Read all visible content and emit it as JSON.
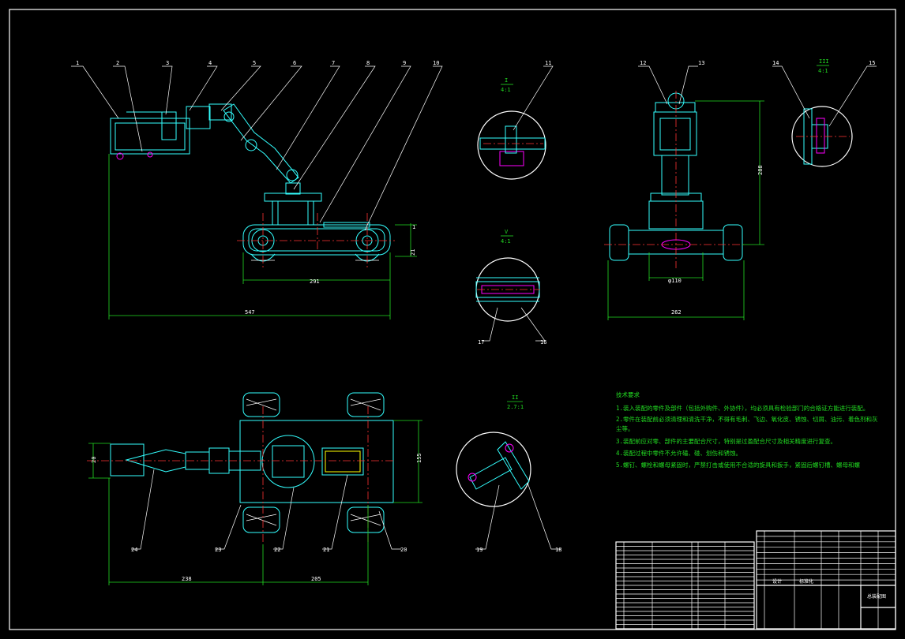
{
  "balloons": {
    "b1": "1",
    "b2": "2",
    "b3": "3",
    "b4": "4",
    "b5": "5",
    "b6": "6",
    "b7": "7",
    "b8": "8",
    "b9": "9",
    "b10": "10",
    "b11": "11",
    "b12": "12",
    "b13": "13",
    "b14": "14",
    "b15": "15",
    "b16": "16",
    "b17": "17",
    "b18": "18",
    "b19": "19",
    "b20": "20",
    "b21": "21",
    "b22": "22",
    "b23": "23",
    "b24": "24"
  },
  "dimensions": {
    "side_wheelbase": "291",
    "side_overall": "547",
    "side_height_top": "1",
    "side_height": "21",
    "front_height": "288",
    "front_track": "φ110",
    "front_width": "262",
    "top_gripper": "20",
    "top_width": "155",
    "top_front": "238",
    "top_body": "205"
  },
  "detail_views": {
    "view1_name": "I",
    "view1_scale": "4:1",
    "view3_name": "III",
    "view3_scale": "4:1",
    "view5_name": "V",
    "view5_scale": "4:1",
    "view2_name": "II",
    "view2_scale": "2.7:1"
  },
  "notes": {
    "title": "技术要求",
    "line1": "1.装入装配的零件及部件（包括外购件、外协件），均必须具有检验部门的合格证方能进行装配。",
    "line2": "2.零件在装配前必须清理和清洗干净，不得有毛刺、飞边、氧化皮、锈蚀、切屑、油污、着色剂和灰",
    "line2b": "尘等。",
    "line3": "3.装配前应对零、部件的主要配合尺寸，特别是过盈配合尺寸及相关精度进行复查。",
    "line4": "4.装配过程中零件不允许磕、碰、划伤和锈蚀。",
    "line5": "5.螺钉、螺栓和螺母紧固时，严禁打击或使用不合适的旋具和扳手，紧固后螺钉槽、螺母和螺"
  },
  "title_block": {
    "label_a": "设计",
    "label_b": "标准化",
    "drawing_title": "总装配图"
  },
  "colors": {
    "outline": "#ffffff",
    "part": "#33ffff",
    "dimension": "#22dd22",
    "centerline": "#ff3333",
    "fastener": "#ff00ff",
    "frame": "#ffffff"
  }
}
